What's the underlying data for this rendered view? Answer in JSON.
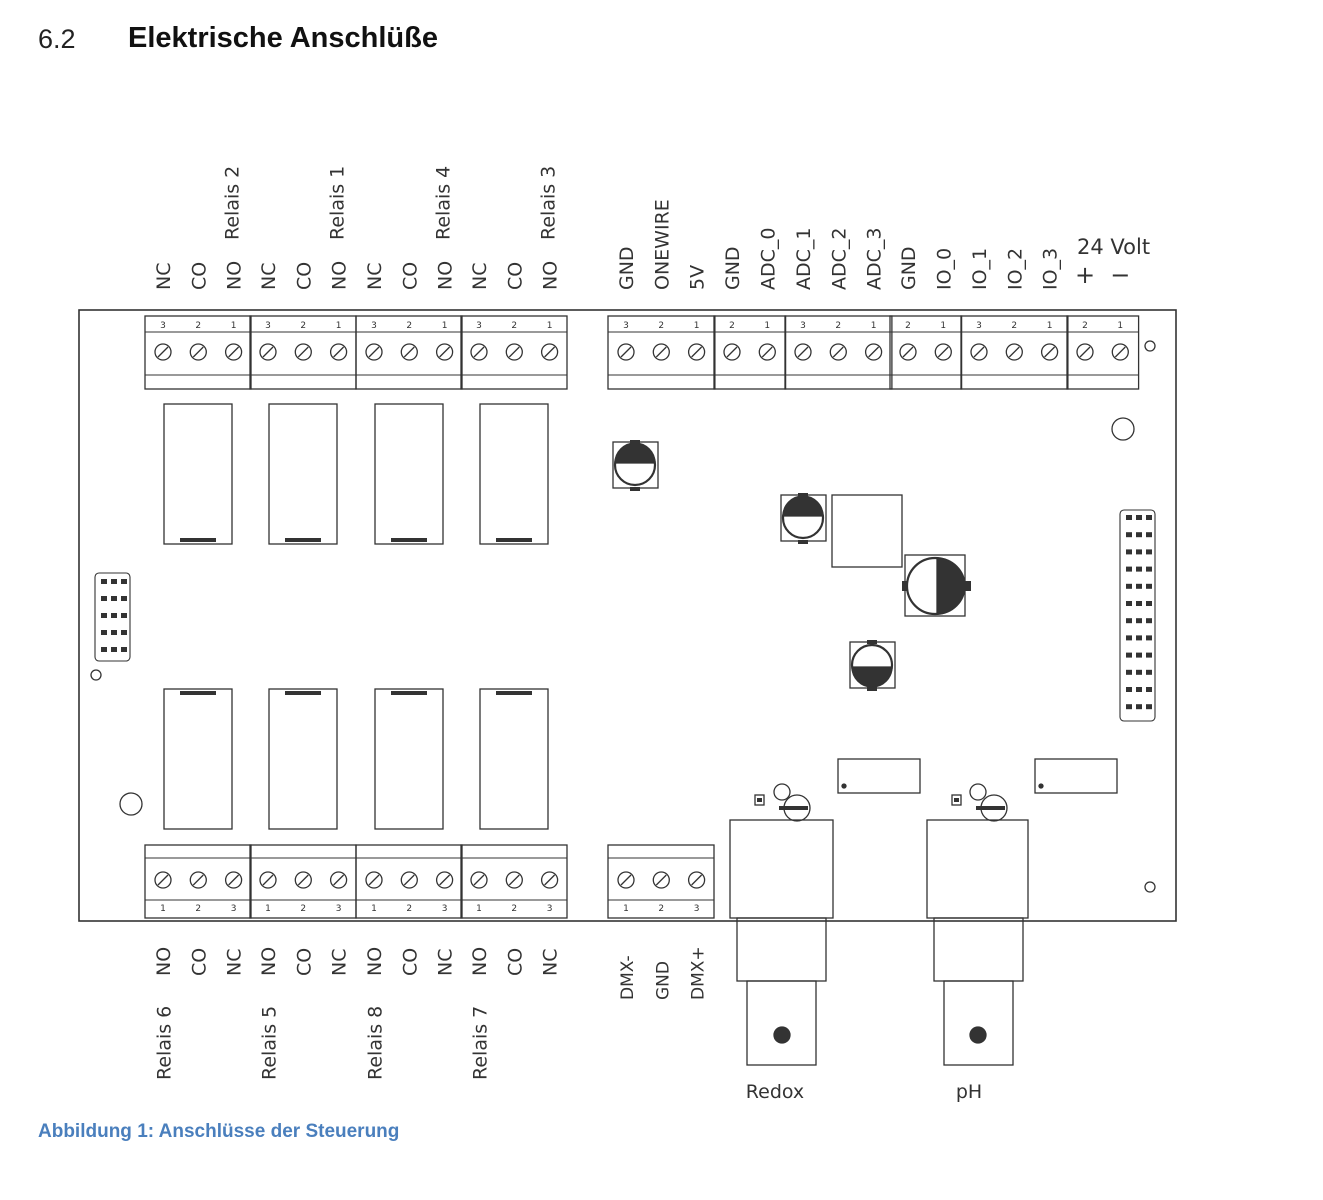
{
  "heading": {
    "number": "6.2",
    "title": "Elektrische Anschlüße"
  },
  "caption": "Abbildung 1: Anschlüsse der Steuerung",
  "top_relays": [
    {
      "name": "Relais 2",
      "pins": [
        "NC",
        "CO",
        "NO"
      ],
      "pin_numbers": [
        "3",
        "2",
        "1"
      ]
    },
    {
      "name": "Relais 1",
      "pins": [
        "NC",
        "CO",
        "NO"
      ],
      "pin_numbers": [
        "3",
        "2",
        "1"
      ]
    },
    {
      "name": "Relais 4",
      "pins": [
        "NC",
        "CO",
        "NO"
      ],
      "pin_numbers": [
        "3",
        "2",
        "1"
      ]
    },
    {
      "name": "Relais 3",
      "pins": [
        "NC",
        "CO",
        "NO"
      ],
      "pin_numbers": [
        "3",
        "2",
        "1"
      ]
    }
  ],
  "top_connectors": [
    {
      "pins": [
        "GND",
        "ONEWIRE",
        "5V"
      ],
      "pin_numbers": [
        "3",
        "2",
        "1"
      ]
    },
    {
      "pins": [
        "GND",
        "ADC_0"
      ],
      "pin_numbers": [
        "2",
        "1"
      ]
    },
    {
      "pins": [
        "ADC_1",
        "ADC_2",
        "ADC_3"
      ],
      "pin_numbers": [
        "3",
        "2",
        "1"
      ]
    },
    {
      "pins": [
        "GND",
        "IO_0"
      ],
      "pin_numbers": [
        "2",
        "1"
      ]
    },
    {
      "pins": [
        "IO_1",
        "IO_2",
        "IO_3"
      ],
      "pin_numbers": [
        "3",
        "2",
        "1"
      ]
    },
    {
      "pins": [
        "+",
        "−"
      ],
      "pin_numbers": [
        "2",
        "1"
      ],
      "label": "24 Volt"
    }
  ],
  "bottom_relays": [
    {
      "name": "Relais 6",
      "pins": [
        "NO",
        "CO",
        "NC"
      ],
      "pin_numbers": [
        "1",
        "2",
        "3"
      ]
    },
    {
      "name": "Relais 5",
      "pins": [
        "NO",
        "CO",
        "NC"
      ],
      "pin_numbers": [
        "1",
        "2",
        "3"
      ]
    },
    {
      "name": "Relais 8",
      "pins": [
        "NO",
        "CO",
        "NC"
      ],
      "pin_numbers": [
        "1",
        "2",
        "3"
      ]
    },
    {
      "name": "Relais 7",
      "pins": [
        "NO",
        "CO",
        "NC"
      ],
      "pin_numbers": [
        "1",
        "2",
        "3"
      ]
    }
  ],
  "dmx_connector": {
    "pins": [
      "DMX-",
      "GND",
      "DMX+"
    ],
    "pin_numbers": [
      "1",
      "2",
      "3"
    ]
  },
  "probe_connectors": [
    "Redox",
    "pH"
  ]
}
